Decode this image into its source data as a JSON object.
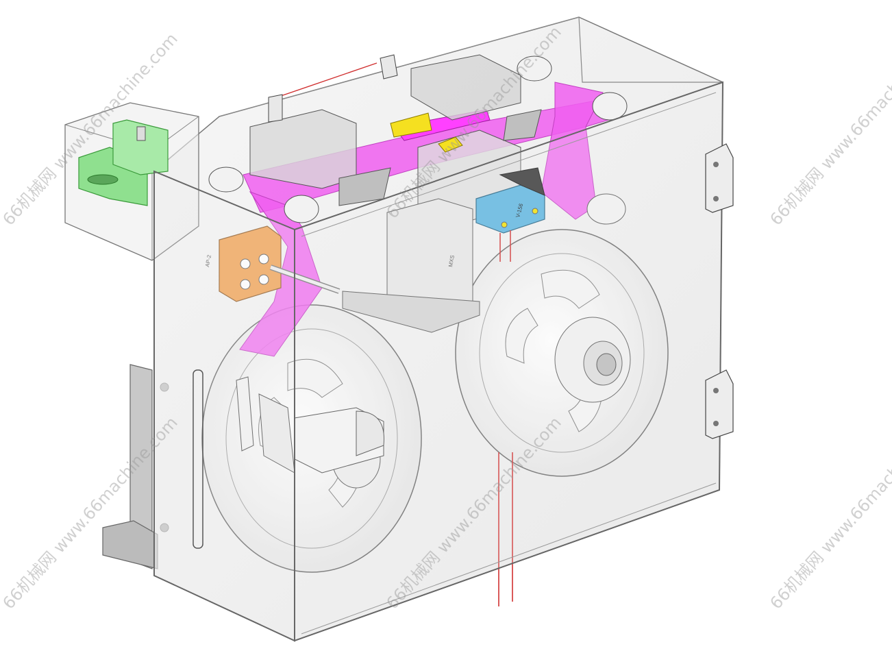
{
  "image": {
    "subject": "cad-render-tape-reel-enclosure",
    "background": "#ffffff"
  },
  "colors": {
    "tape": "#f05ff0",
    "tape_edge": "#c040c0",
    "bracket_green": "#8fe08f",
    "block_orange": "#f0a050",
    "switch_blue": "#5ab4e0",
    "label_yellow": "#f5e020",
    "wire_red": "#d03030",
    "housing_edge": "#777777",
    "glass": "#e6e6e6"
  },
  "watermark": {
    "text": "66机械网 www.66machine.com"
  },
  "labels": {
    "switch_text": "V-156",
    "cylinder_text": "MXS",
    "block_text": "AP-2"
  }
}
